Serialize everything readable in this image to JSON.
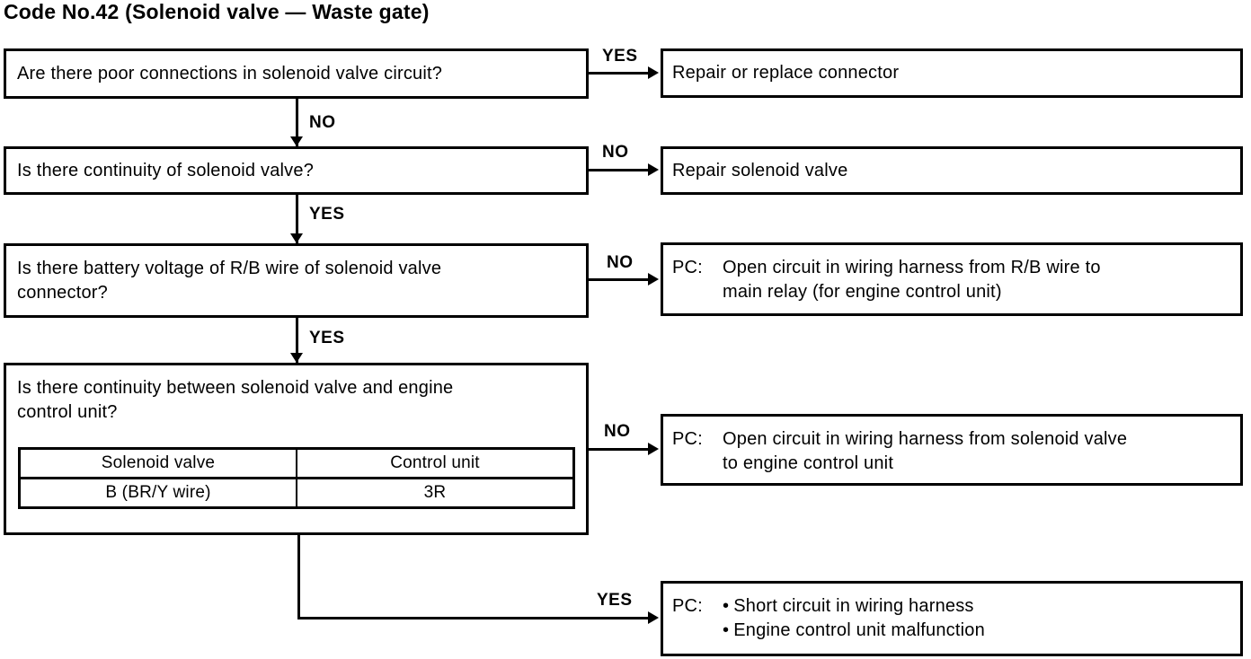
{
  "title": "Code No.42 (Solenoid valve — Waste gate)",
  "colors": {
    "ink": "#000000",
    "paper": "#ffffff"
  },
  "flow": {
    "questions": [
      {
        "text": "Are there poor connections in solenoid valve circuit?",
        "right_label": "YES",
        "down_label": "NO"
      },
      {
        "text": "Is there continuity of solenoid valve?",
        "right_label": "NO",
        "down_label": "YES"
      },
      {
        "lines": [
          "Is there battery voltage of R/B wire of solenoid valve",
          "connector?"
        ],
        "right_label": "NO",
        "down_label": "YES"
      },
      {
        "lines": [
          "Is there continuity between solenoid valve and engine",
          "control unit?"
        ],
        "right_label": "NO",
        "down_label": "YES"
      }
    ],
    "table": {
      "headers": [
        "Solenoid valve",
        "Control unit"
      ],
      "rows": [
        [
          "B (BR/Y wire)",
          "3R"
        ]
      ]
    },
    "results": [
      {
        "text": "Repair or replace connector"
      },
      {
        "text": "Repair solenoid valve"
      },
      {
        "prefix": "PC:",
        "lines": [
          "Open circuit in wiring harness from R/B wire to",
          "main relay (for engine control unit)"
        ]
      },
      {
        "prefix": "PC:",
        "lines": [
          "Open circuit in wiring harness from solenoid valve",
          "to engine control unit"
        ]
      },
      {
        "prefix": "PC:",
        "bullet_glyph": "•",
        "bullets": [
          "Short circuit in wiring harness",
          "Engine control unit malfunction"
        ]
      }
    ]
  }
}
